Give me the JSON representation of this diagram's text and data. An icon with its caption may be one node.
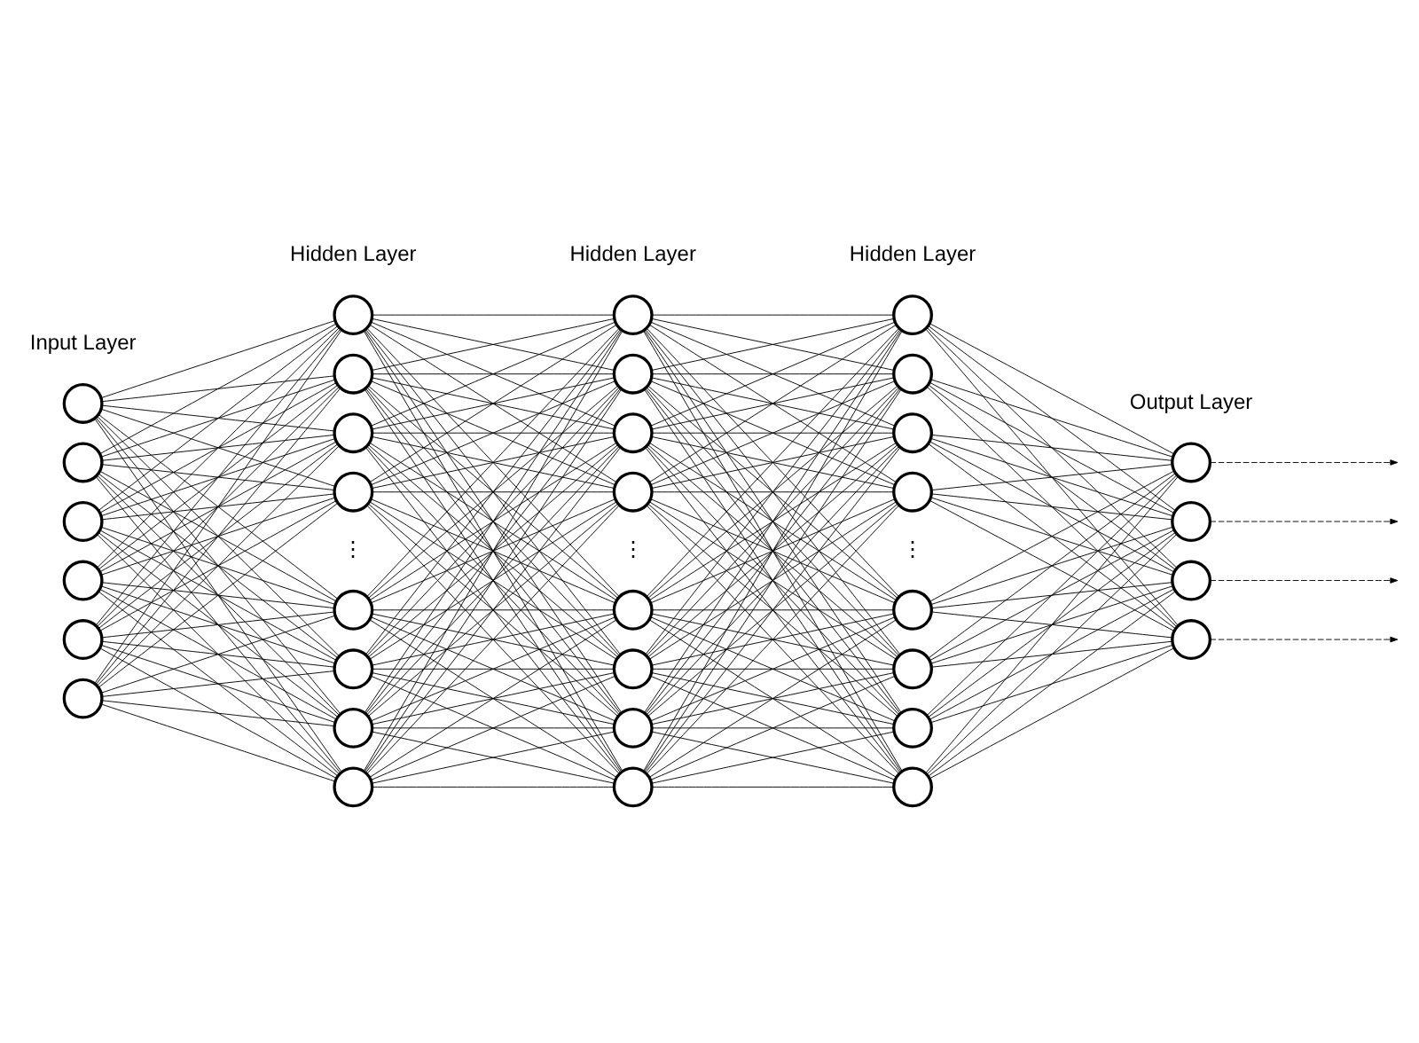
{
  "diagram": {
    "nodes": [
      {
        "text": [],
        "shape": "circle"
      },
      {
        "text": [],
        "shape": "circle"
      },
      {
        "text": [],
        "shape": "circle"
      },
      {
        "text": [],
        "shape": "circle"
      },
      {
        "text": [],
        "shape": "circle"
      },
      {
        "text": [],
        "shape": "circle"
      },
      {
        "text": [],
        "shape": "circle"
      },
      {
        "text": [],
        "shape": "circle"
      },
      {
        "text": [],
        "shape": "circle"
      },
      {
        "text": [],
        "shape": "circle"
      },
      {
        "text": [],
        "shape": "circle"
      },
      {
        "text": [],
        "shape": "circle"
      },
      {
        "text": [],
        "shape": "circle"
      },
      {
        "text": [],
        "shape": "circle"
      },
      {
        "text": [],
        "shape": "circle"
      },
      {
        "text": [],
        "shape": "circle"
      },
      {
        "text": [],
        "shape": "circle"
      },
      {
        "text": [],
        "shape": "circle"
      },
      {
        "text": [],
        "shape": "circle"
      },
      {
        "text": [],
        "shape": "circle"
      },
      {
        "text": [],
        "shape": "circle"
      },
      {
        "text": [],
        "shape": "circle"
      },
      {
        "text": [],
        "shape": "circle"
      },
      {
        "text": [],
        "shape": "circle"
      },
      {
        "text": [],
        "shape": "circle"
      },
      {
        "text": [],
        "shape": "circle"
      },
      {
        "text": [],
        "shape": "circle"
      },
      {
        "text": [],
        "shape": "circle"
      },
      {
        "text": [],
        "shape": "circle"
      },
      {
        "text": [],
        "shape": "circle"
      },
      {
        "text": [],
        "shape": "circle"
      },
      {
        "text": [],
        "shape": "circle"
      },
      {
        "text": [],
        "shape": "circle"
      },
      {
        "text": [],
        "shape": "circle"
      }
    ],
    "edges": [
      {
        "from": 0,
        "to": 6,
        "arrow": "none"
      },
      {
        "from": 0,
        "to": 7,
        "arrow": "none"
      },
      {
        "from": 0,
        "to": 8,
        "arrow": "none"
      },
      {
        "from": 0,
        "to": 9,
        "arrow": "none"
      },
      {
        "from": 0,
        "to": 10,
        "arrow": "none"
      },
      {
        "from": 0,
        "to": 11,
        "arrow": "none"
      },
      {
        "from": 0,
        "to": 12,
        "arrow": "none"
      },
      {
        "from": 0,
        "to": 13,
        "arrow": "none"
      },
      {
        "from": 1,
        "to": 6,
        "arrow": "none"
      },
      {
        "from": 1,
        "to": 7,
        "arrow": "none"
      },
      {
        "from": 1,
        "to": 8,
        "arrow": "none"
      },
      {
        "from": 1,
        "to": 9,
        "arrow": "none"
      },
      {
        "from": 1,
        "to": 10,
        "arrow": "none"
      },
      {
        "from": 1,
        "to": 11,
        "arrow": "none"
      },
      {
        "from": 1,
        "to": 12,
        "arrow": "none"
      },
      {
        "from": 1,
        "to": 13,
        "arrow": "none"
      },
      {
        "from": 2,
        "to": 6,
        "arrow": "none"
      },
      {
        "from": 2,
        "to": 7,
        "arrow": "none"
      },
      {
        "from": 2,
        "to": 8,
        "arrow": "none"
      },
      {
        "from": 2,
        "to": 9,
        "arrow": "none"
      },
      {
        "from": 2,
        "to": 10,
        "arrow": "none"
      },
      {
        "from": 2,
        "to": 11,
        "arrow": "none"
      },
      {
        "from": 2,
        "to": 12,
        "arrow": "none"
      },
      {
        "from": 2,
        "to": 13,
        "arrow": "none"
      },
      {
        "from": 3,
        "to": 6,
        "arrow": "none"
      },
      {
        "from": 3,
        "to": 7,
        "arrow": "none"
      },
      {
        "from": 3,
        "to": 8,
        "arrow": "none"
      },
      {
        "from": 3,
        "to": 9,
        "arrow": "none"
      },
      {
        "from": 3,
        "to": 10,
        "arrow": "none"
      },
      {
        "from": 3,
        "to": 11,
        "arrow": "none"
      },
      {
        "from": 3,
        "to": 12,
        "arrow": "none"
      },
      {
        "from": 3,
        "to": 13,
        "arrow": "none"
      },
      {
        "from": 4,
        "to": 6,
        "arrow": "none"
      },
      {
        "from": 4,
        "to": 7,
        "arrow": "none"
      },
      {
        "from": 4,
        "to": 8,
        "arrow": "none"
      },
      {
        "from": 4,
        "to": 9,
        "arrow": "none"
      },
      {
        "from": 4,
        "to": 10,
        "arrow": "none"
      },
      {
        "from": 4,
        "to": 11,
        "arrow": "none"
      },
      {
        "from": 4,
        "to": 12,
        "arrow": "none"
      },
      {
        "from": 4,
        "to": 13,
        "arrow": "none"
      },
      {
        "from": 5,
        "to": 6,
        "arrow": "none"
      },
      {
        "from": 5,
        "to": 7,
        "arrow": "none"
      },
      {
        "from": 5,
        "to": 8,
        "arrow": "none"
      },
      {
        "from": 5,
        "to": 9,
        "arrow": "none"
      },
      {
        "from": 5,
        "to": 10,
        "arrow": "none"
      },
      {
        "from": 5,
        "to": 11,
        "arrow": "none"
      },
      {
        "from": 5,
        "to": 12,
        "arrow": "none"
      },
      {
        "from": 5,
        "to": 13,
        "arrow": "none"
      },
      {
        "from": 6,
        "to": 14,
        "arrow": "none"
      },
      {
        "from": 6,
        "to": 15,
        "arrow": "none"
      },
      {
        "from": 6,
        "to": 16,
        "arrow": "none"
      },
      {
        "from": 6,
        "to": 17,
        "arrow": "none"
      },
      {
        "from": 6,
        "to": 18,
        "arrow": "none"
      },
      {
        "from": 6,
        "to": 19,
        "arrow": "none"
      },
      {
        "from": 6,
        "to": 20,
        "arrow": "none"
      },
      {
        "from": 6,
        "to": 21,
        "arrow": "none"
      },
      {
        "from": 7,
        "to": 14,
        "arrow": "none"
      },
      {
        "from": 7,
        "to": 15,
        "arrow": "none"
      },
      {
        "from": 7,
        "to": 16,
        "arrow": "none"
      },
      {
        "from": 7,
        "to": 17,
        "arrow": "none"
      },
      {
        "from": 7,
        "to": 18,
        "arrow": "none"
      },
      {
        "from": 7,
        "to": 19,
        "arrow": "none"
      },
      {
        "from": 7,
        "to": 20,
        "arrow": "none"
      },
      {
        "from": 7,
        "to": 21,
        "arrow": "none"
      },
      {
        "from": 8,
        "to": 14,
        "arrow": "none"
      },
      {
        "from": 8,
        "to": 15,
        "arrow": "none"
      },
      {
        "from": 8,
        "to": 16,
        "arrow": "none"
      },
      {
        "from": 8,
        "to": 17,
        "arrow": "none"
      },
      {
        "from": 8,
        "to": 18,
        "arrow": "none"
      },
      {
        "from": 8,
        "to": 19,
        "arrow": "none"
      },
      {
        "from": 8,
        "to": 20,
        "arrow": "none"
      },
      {
        "from": 8,
        "to": 21,
        "arrow": "none"
      },
      {
        "from": 9,
        "to": 14,
        "arrow": "none"
      },
      {
        "from": 9,
        "to": 15,
        "arrow": "none"
      },
      {
        "from": 9,
        "to": 16,
        "arrow": "none"
      },
      {
        "from": 9,
        "to": 17,
        "arrow": "none"
      },
      {
        "from": 9,
        "to": 18,
        "arrow": "none"
      },
      {
        "from": 9,
        "to": 19,
        "arrow": "none"
      },
      {
        "from": 9,
        "to": 20,
        "arrow": "none"
      },
      {
        "from": 9,
        "to": 21,
        "arrow": "none"
      },
      {
        "from": 10,
        "to": 14,
        "arrow": "none"
      },
      {
        "from": 10,
        "to": 15,
        "arrow": "none"
      },
      {
        "from": 10,
        "to": 16,
        "arrow": "none"
      },
      {
        "from": 10,
        "to": 17,
        "arrow": "none"
      },
      {
        "from": 10,
        "to": 18,
        "arrow": "none"
      },
      {
        "from": 10,
        "to": 19,
        "arrow": "none"
      },
      {
        "from": 10,
        "to": 20,
        "arrow": "none"
      },
      {
        "from": 10,
        "to": 21,
        "arrow": "none"
      },
      {
        "from": 11,
        "to": 14,
        "arrow": "none"
      },
      {
        "from": 11,
        "to": 15,
        "arrow": "none"
      },
      {
        "from": 11,
        "to": 16,
        "arrow": "none"
      },
      {
        "from": 11,
        "to": 17,
        "arrow": "none"
      },
      {
        "from": 11,
        "to": 18,
        "arrow": "none"
      },
      {
        "from": 11,
        "to": 19,
        "arrow": "none"
      },
      {
        "from": 11,
        "to": 20,
        "arrow": "none"
      },
      {
        "from": 11,
        "to": 21,
        "arrow": "none"
      },
      {
        "from": 12,
        "to": 14,
        "arrow": "none"
      },
      {
        "from": 12,
        "to": 15,
        "arrow": "none"
      },
      {
        "from": 12,
        "to": 16,
        "arrow": "none"
      },
      {
        "from": 12,
        "to": 17,
        "arrow": "none"
      },
      {
        "from": 12,
        "to": 18,
        "arrow": "none"
      },
      {
        "from": 12,
        "to": 19,
        "arrow": "none"
      },
      {
        "from": 12,
        "to": 20,
        "arrow": "none"
      },
      {
        "from": 12,
        "to": 21,
        "arrow": "none"
      },
      {
        "from": 13,
        "to": 14,
        "arrow": "none"
      },
      {
        "from": 13,
        "to": 15,
        "arrow": "none"
      },
      {
        "from": 13,
        "to": 16,
        "arrow": "none"
      },
      {
        "from": 13,
        "to": 17,
        "arrow": "none"
      },
      {
        "from": 13,
        "to": 18,
        "arrow": "none"
      },
      {
        "from": 13,
        "to": 19,
        "arrow": "none"
      },
      {
        "from": 13,
        "to": 20,
        "arrow": "none"
      },
      {
        "from": 13,
        "to": 21,
        "arrow": "none"
      },
      {
        "from": 14,
        "to": 22,
        "arrow": "none"
      },
      {
        "from": 14,
        "to": 23,
        "arrow": "none"
      },
      {
        "from": 14,
        "to": 24,
        "arrow": "none"
      },
      {
        "from": 14,
        "to": 25,
        "arrow": "none"
      },
      {
        "from": 14,
        "to": 26,
        "arrow": "none"
      },
      {
        "from": 14,
        "to": 27,
        "arrow": "none"
      },
      {
        "from": 14,
        "to": 28,
        "arrow": "none"
      },
      {
        "from": 14,
        "to": 29,
        "arrow": "none"
      },
      {
        "from": 15,
        "to": 22,
        "arrow": "none"
      },
      {
        "from": 15,
        "to": 23,
        "arrow": "none"
      },
      {
        "from": 15,
        "to": 24,
        "arrow": "none"
      },
      {
        "from": 15,
        "to": 25,
        "arrow": "none"
      },
      {
        "from": 15,
        "to": 26,
        "arrow": "none"
      },
      {
        "from": 15,
        "to": 27,
        "arrow": "none"
      },
      {
        "from": 15,
        "to": 28,
        "arrow": "none"
      },
      {
        "from": 15,
        "to": 29,
        "arrow": "none"
      },
      {
        "from": 16,
        "to": 22,
        "arrow": "none"
      },
      {
        "from": 16,
        "to": 23,
        "arrow": "none"
      },
      {
        "from": 16,
        "to": 24,
        "arrow": "none"
      },
      {
        "from": 16,
        "to": 25,
        "arrow": "none"
      },
      {
        "from": 16,
        "to": 26,
        "arrow": "none"
      },
      {
        "from": 16,
        "to": 27,
        "arrow": "none"
      },
      {
        "from": 16,
        "to": 28,
        "arrow": "none"
      },
      {
        "from": 16,
        "to": 29,
        "arrow": "none"
      },
      {
        "from": 17,
        "to": 22,
        "arrow": "none"
      },
      {
        "from": 17,
        "to": 23,
        "arrow": "none"
      },
      {
        "from": 17,
        "to": 24,
        "arrow": "none"
      },
      {
        "from": 17,
        "to": 25,
        "arrow": "none"
      },
      {
        "from": 17,
        "to": 26,
        "arrow": "none"
      },
      {
        "from": 17,
        "to": 27,
        "arrow": "none"
      },
      {
        "from": 17,
        "to": 28,
        "arrow": "none"
      },
      {
        "from": 17,
        "to": 29,
        "arrow": "none"
      },
      {
        "from": 18,
        "to": 22,
        "arrow": "none"
      },
      {
        "from": 18,
        "to": 23,
        "arrow": "none"
      },
      {
        "from": 18,
        "to": 24,
        "arrow": "none"
      },
      {
        "from": 18,
        "to": 25,
        "arrow": "none"
      },
      {
        "from": 18,
        "to": 26,
        "arrow": "none"
      },
      {
        "from": 18,
        "to": 27,
        "arrow": "none"
      },
      {
        "from": 18,
        "to": 28,
        "arrow": "none"
      },
      {
        "from": 18,
        "to": 29,
        "arrow": "none"
      },
      {
        "from": 19,
        "to": 22,
        "arrow": "none"
      },
      {
        "from": 19,
        "to": 23,
        "arrow": "none"
      },
      {
        "from": 19,
        "to": 24,
        "arrow": "none"
      },
      {
        "from": 19,
        "to": 25,
        "arrow": "none"
      },
      {
        "from": 19,
        "to": 26,
        "arrow": "none"
      },
      {
        "from": 19,
        "to": 27,
        "arrow": "none"
      },
      {
        "from": 19,
        "to": 28,
        "arrow": "none"
      },
      {
        "from": 19,
        "to": 29,
        "arrow": "none"
      },
      {
        "from": 20,
        "to": 22,
        "arrow": "none"
      },
      {
        "from": 20,
        "to": 23,
        "arrow": "none"
      },
      {
        "from": 20,
        "to": 24,
        "arrow": "none"
      },
      {
        "from": 20,
        "to": 25,
        "arrow": "none"
      },
      {
        "from": 20,
        "to": 26,
        "arrow": "none"
      },
      {
        "from": 20,
        "to": 27,
        "arrow": "none"
      },
      {
        "from": 20,
        "to": 28,
        "arrow": "none"
      },
      {
        "from": 20,
        "to": 29,
        "arrow": "none"
      },
      {
        "from": 21,
        "to": 22,
        "arrow": "none"
      },
      {
        "from": 21,
        "to": 23,
        "arrow": "none"
      },
      {
        "from": 21,
        "to": 24,
        "arrow": "none"
      },
      {
        "from": 21,
        "to": 25,
        "arrow": "none"
      },
      {
        "from": 21,
        "to": 26,
        "arrow": "none"
      },
      {
        "from": 21,
        "to": 27,
        "arrow": "none"
      },
      {
        "from": 21,
        "to": 28,
        "arrow": "none"
      },
      {
        "from": 21,
        "to": 29,
        "arrow": "none"
      },
      {
        "from": 22,
        "to": 30,
        "arrow": "none"
      },
      {
        "from": 22,
        "to": 31,
        "arrow": "none"
      },
      {
        "from": 22,
        "to": 32,
        "arrow": "none"
      },
      {
        "from": 22,
        "to": 33,
        "arrow": "none"
      },
      {
        "from": 23,
        "to": 30,
        "arrow": "none"
      },
      {
        "from": 23,
        "to": 31,
        "arrow": "none"
      },
      {
        "from": 23,
        "to": 32,
        "arrow": "none"
      },
      {
        "from": 23,
        "to": 33,
        "arrow": "none"
      },
      {
        "from": 24,
        "to": 30,
        "arrow": "none"
      },
      {
        "from": 24,
        "to": 31,
        "arrow": "none"
      },
      {
        "from": 24,
        "to": 32,
        "arrow": "none"
      },
      {
        "from": 24,
        "to": 33,
        "arrow": "none"
      },
      {
        "from": 25,
        "to": 30,
        "arrow": "none"
      },
      {
        "from": 25,
        "to": 31,
        "arrow": "none"
      },
      {
        "from": 25,
        "to": 32,
        "arrow": "none"
      },
      {
        "from": 25,
        "to": 33,
        "arrow": "none"
      },
      {
        "from": 26,
        "to": 30,
        "arrow": "none"
      },
      {
        "from": 26,
        "to": 31,
        "arrow": "none"
      },
      {
        "from": 26,
        "to": 32,
        "arrow": "none"
      },
      {
        "from": 26,
        "to": 33,
        "arrow": "none"
      },
      {
        "from": 27,
        "to": 30,
        "arrow": "none"
      },
      {
        "from": 27,
        "to": 31,
        "arrow": "none"
      },
      {
        "from": 27,
        "to": 32,
        "arrow": "none"
      },
      {
        "from": 27,
        "to": 33,
        "arrow": "none"
      },
      {
        "from": 28,
        "to": 30,
        "arrow": "none"
      },
      {
        "from": 28,
        "to": 31,
        "arrow": "none"
      },
      {
        "from": 28,
        "to": 32,
        "arrow": "none"
      },
      {
        "from": 28,
        "to": 33,
        "arrow": "none"
      },
      {
        "from": 29,
        "to": 30,
        "arrow": "none"
      },
      {
        "from": 29,
        "to": 31,
        "arrow": "none"
      },
      {
        "from": 29,
        "to": 32,
        "arrow": "none"
      },
      {
        "from": 29,
        "to": 33,
        "arrow": "none"
      },
      {
        "from": 30,
        "to": null,
        "arrow": "to",
        "style": "dashed"
      },
      {
        "from": 31,
        "to": null,
        "arrow": "to",
        "style": "dashed"
      },
      {
        "from": 32,
        "to": null,
        "arrow": "to",
        "style": "dashed"
      },
      {
        "from": 33,
        "to": null,
        "arrow": "to",
        "style": "dashed"
      }
    ],
    "labels": [
      "Input Layer",
      "Hidden Layer",
      "Hidden Layer",
      "Hidden Layer",
      "Output Layer",
      "⋮",
      "⋮",
      "⋮"
    ]
  }
}
